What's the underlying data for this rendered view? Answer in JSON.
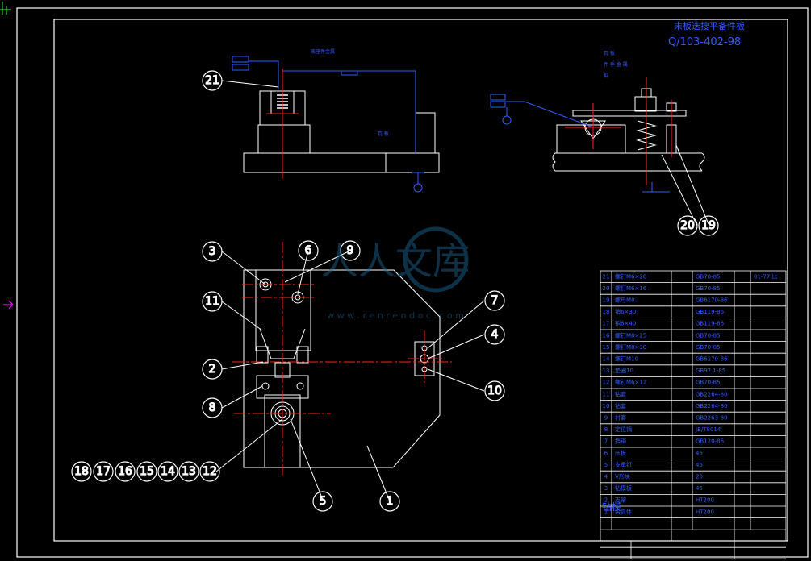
{
  "title_block": {
    "line1": "末板迭搜平备件板",
    "line2": "Q/103-402-98"
  },
  "annotations": {
    "top_left_note": "底座件金属",
    "label_a": "瓦 板",
    "label_b": "瓦 板",
    "label_c": "件 手 金 属",
    "label_d": "斛"
  },
  "balloons": {
    "b21": "21",
    "b20": "20",
    "b19": "19",
    "b3": "3",
    "b6": "6",
    "b9": "9",
    "b11": "11",
    "b2": "2",
    "b8": "8",
    "b7": "7",
    "b4": "4",
    "b10": "10",
    "b5": "5",
    "b1": "1",
    "b18": "18",
    "b17": "17",
    "b16": "16",
    "b15": "15",
    "b14": "14",
    "b13": "13",
    "b12": "12"
  },
  "bom": {
    "header_note": "01-77 比",
    "footer_title": "钻模",
    "rows": [
      {
        "no": "21",
        "name": "螺钉M6×20",
        "std": "GB70-85"
      },
      {
        "no": "20",
        "name": "螺钉M6×16",
        "std": "GB70-85"
      },
      {
        "no": "19",
        "name": "螺母M8",
        "std": "GB6170-86"
      },
      {
        "no": "18",
        "name": "销6×30",
        "std": "GB119-86"
      },
      {
        "no": "17",
        "name": "销6×40",
        "std": "GB119-86"
      },
      {
        "no": "16",
        "name": "螺钉M8×25",
        "std": "GB70-85"
      },
      {
        "no": "15",
        "name": "螺钉M8×30",
        "std": "GB70-85"
      },
      {
        "no": "14",
        "name": "螺钉M10",
        "std": "GB6170-86"
      },
      {
        "no": "13",
        "name": "垫圈10",
        "std": "GB97.1-85"
      },
      {
        "no": "12",
        "name": "螺钉M6×12",
        "std": "GB70-85"
      },
      {
        "no": "11",
        "name": "钻套",
        "std": "GB2264-80"
      },
      {
        "no": "10",
        "name": "钻套",
        "std": "GB2264-80"
      },
      {
        "no": "9",
        "name": "衬套",
        "std": "GB2263-80"
      },
      {
        "no": "8",
        "name": "定位销",
        "std": "JB/T8014"
      },
      {
        "no": "7",
        "name": "挡销",
        "std": "GB120-86"
      },
      {
        "no": "6",
        "name": "压板",
        "std": "45"
      },
      {
        "no": "5",
        "name": "支承钉",
        "std": "45"
      },
      {
        "no": "4",
        "name": "V形块",
        "std": "20"
      },
      {
        "no": "3",
        "name": "钻模板",
        "std": "45"
      },
      {
        "no": "2",
        "name": "支架",
        "std": "HT200"
      },
      {
        "no": "1",
        "name": "夹具体",
        "std": "HT200"
      }
    ]
  },
  "watermark": {
    "text": "人人文库",
    "url": "w w w . r e n r e n d o c . c o m"
  }
}
